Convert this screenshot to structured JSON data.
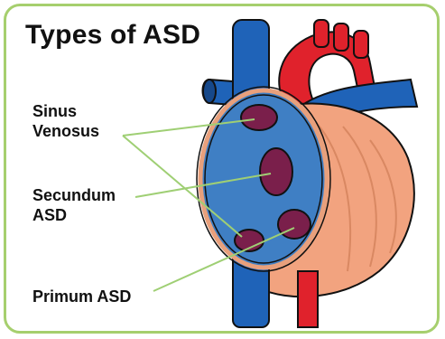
{
  "title": "Types of ASD",
  "labels": {
    "sinus_line1": "Sinus",
    "sinus_line2": "Venosus",
    "secundum_line1": "Secundum",
    "secundum_line2": "ASD",
    "primum": "Primum ASD"
  },
  "colors": {
    "frame": "#a6cf6e",
    "vein_blue": "#1f63b8",
    "artery_red": "#e0222c",
    "heart_muscle": "#f2a37f",
    "septum_inner": "#3f7fc4",
    "defect_hole": "#7a1f4b",
    "leader_line": "#9fcf74"
  }
}
